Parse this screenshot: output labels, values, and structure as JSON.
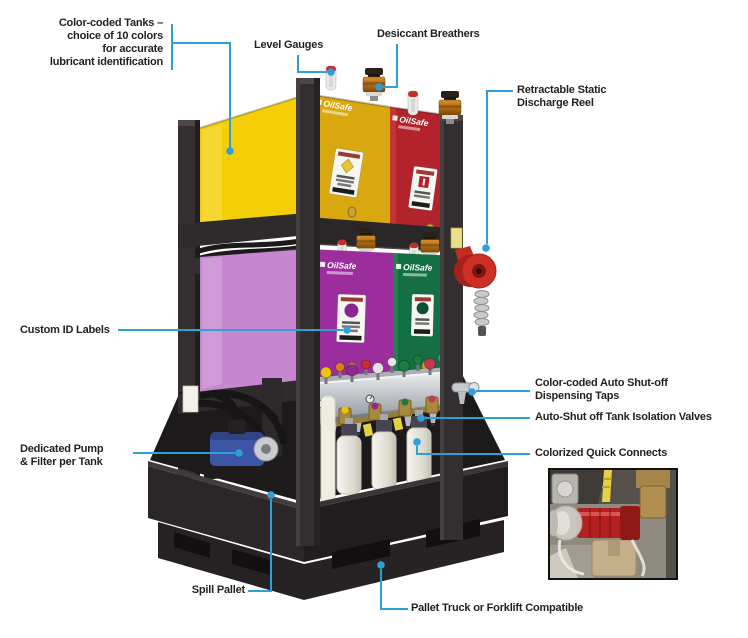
{
  "meta": {
    "accent": "#2f9fd7",
    "text_color": "#231f20",
    "background": "#ffffff"
  },
  "callouts": {
    "color_tanks": {
      "text": "Color-coded Tanks –\nchoice of 10 colors\nfor accurate\nlubricant identification"
    },
    "level_gauges": {
      "text": "Level Gauges"
    },
    "desiccant_breathers": {
      "text": "Desiccant Breathers"
    },
    "static_reel": {
      "text": "Retractable Static\nDischarge Reel"
    },
    "custom_id": {
      "text": "Custom ID Labels"
    },
    "pump_filter": {
      "text": "Dedicated Pump\n& Filter per Tank"
    },
    "dispensing_taps": {
      "text": "Color-coded Auto Shut-off\nDispensing Taps"
    },
    "isolation_valves": {
      "text": "Auto-Shut off Tank Isolation Valves"
    },
    "quick_connects": {
      "text": "Colorized Quick Connects"
    },
    "spill_pallet": {
      "text": "Spill Pallet"
    },
    "pallet_truck": {
      "text": "Pallet Truck or Forklift Compatible"
    }
  },
  "product": {
    "brand": "OilSafe",
    "tanks": [
      {
        "name": "yellow",
        "side": "#f4ce06",
        "front": "#d9a70f"
      },
      {
        "name": "red",
        "side": "#cc3a33",
        "front": "#b2232b"
      },
      {
        "name": "purple",
        "side": "#c687d0",
        "front": "#9c2d9c"
      },
      {
        "name": "green",
        "side": "#2a8a58",
        "front": "#147044"
      }
    ],
    "tap_colors_front": [
      "#e9c606",
      "#8e2a8e",
      "#e2e2e2",
      "#1d7c46",
      "#c23a52"
    ],
    "tap_colors_rear": [
      "#df7a1e",
      "#cc3127",
      "#e6e6e6",
      "#1d7c46",
      "#2d9b8a"
    ],
    "pump_color": "#3c55a4",
    "reel_color": "#cd2f26",
    "frame_color": "#332f30",
    "pallet_color": "#262122"
  }
}
